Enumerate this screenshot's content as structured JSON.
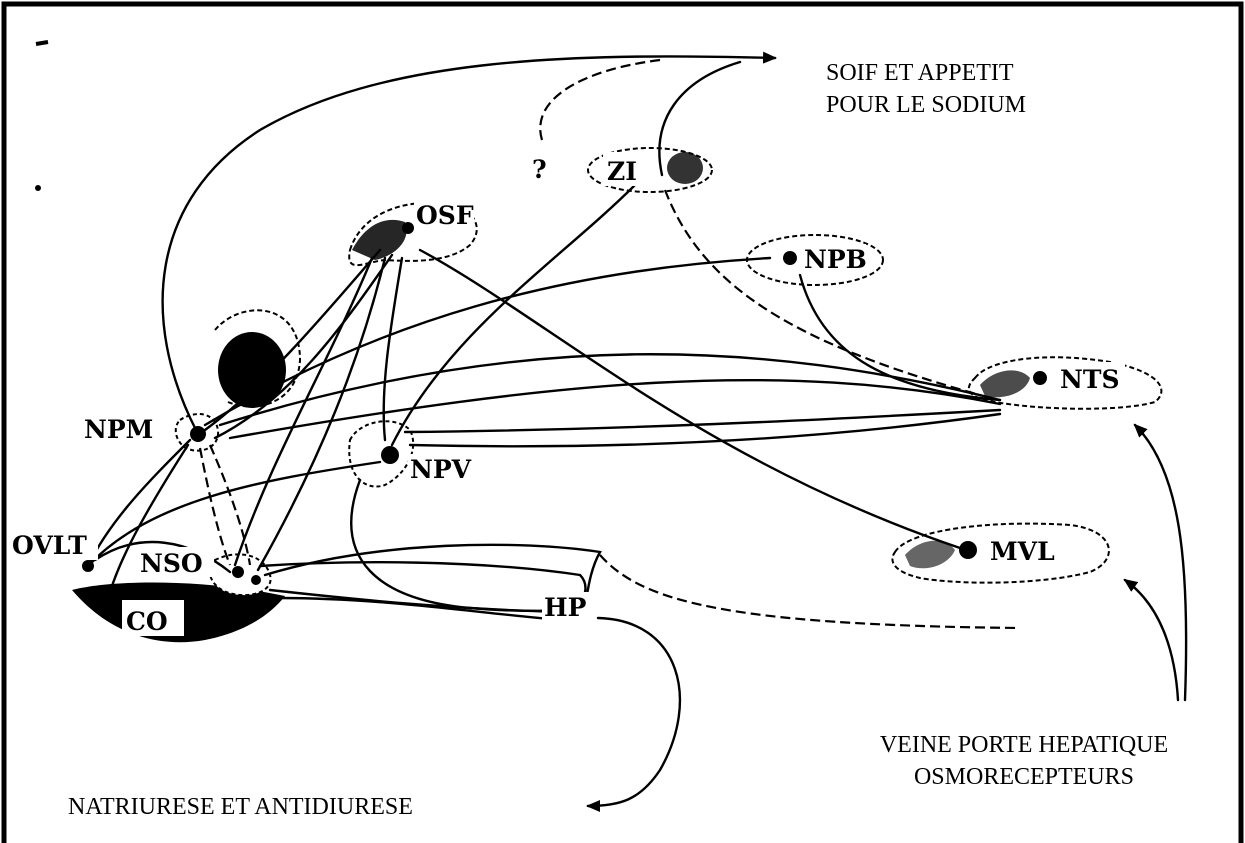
{
  "diagram": {
    "labels": {
      "osf": "OSF",
      "zi": "ZI",
      "npb": "NPB",
      "nts": "NTS",
      "npm": "NPM",
      "npv": "NPV",
      "ovlt": "OVLT",
      "nso": "NSO",
      "co": "CO",
      "hp": "HP",
      "mvl": "MVL",
      "question": "?"
    },
    "outputs": {
      "thirst_line1": "SOIF ET APPETIT",
      "thirst_line2": "POUR LE SODIUM",
      "natriuresis": "NATRIURESE ET ANTIDIURESE",
      "portal_line1": "VEINE PORTE HEPATIQUE",
      "portal_line2": "OSMORECEPTEURS"
    }
  }
}
